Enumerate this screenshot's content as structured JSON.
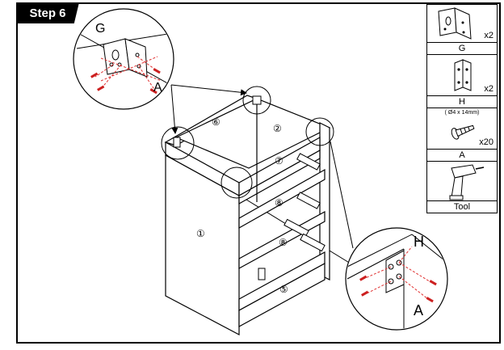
{
  "step": {
    "label": "Step 6"
  },
  "parts": [
    {
      "id": "G",
      "icon": "corner-bracket-g-icon",
      "qty": "x2",
      "label": "G"
    },
    {
      "id": "H",
      "icon": "corner-bracket-h-icon",
      "qty": "x2",
      "label": "H"
    },
    {
      "id": "A",
      "icon": "screw-icon",
      "spec": "( Ø4 x 14mm)",
      "qty": "x20",
      "label": "A"
    },
    {
      "id": "Tool",
      "icon": "drill-icon",
      "label": "Tool"
    }
  ],
  "callouts": {
    "top_left_bracket": "G",
    "top_left_screw": "A",
    "bottom_right_bracket": "H",
    "bottom_right_screw": "A"
  },
  "panel_numbers": {
    "side": "①",
    "back": "②",
    "drawer_bottom": "⑤",
    "top_rail": "⑥",
    "rail_upper": "⑦",
    "rail_middle": "⑧",
    "rail_lower": "⑧"
  },
  "colors": {
    "line": "#000000",
    "dash": "#e03030",
    "screw": "#cc2020"
  }
}
